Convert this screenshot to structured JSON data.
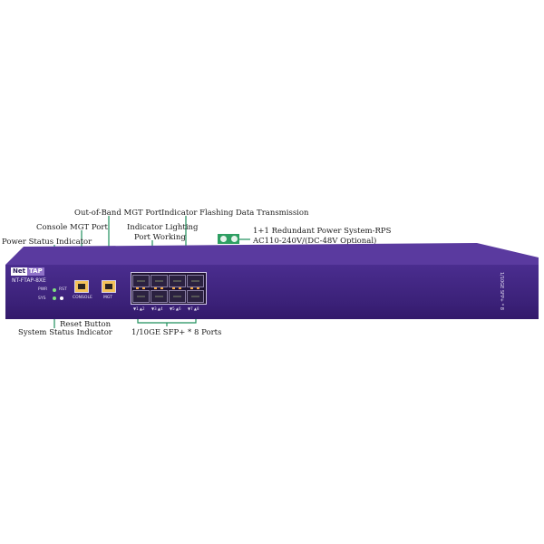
{
  "callouts": {
    "power_status": "Power Status Indicator",
    "console_mgt": "Console MGT Port",
    "oob_mgt": "Out-of-Band MGT Port",
    "indicator_lighting_1": "Indicator Lighting",
    "indicator_lighting_2": "Port Working",
    "indicator_flashing": "Indicator Flashing Data Transmission",
    "rps_1": "1+1 Redundant Power System-RPS",
    "rps_2": "AC110-240V/(DC-48V Optional)",
    "reset_button": "Reset Button",
    "system_status": "System Status Indicator",
    "sfp_ports": "1/10GE SFP+ * 8 Ports"
  },
  "device": {
    "logo_left": "Net",
    "logo_right": "TAP",
    "model": "NT-FTAP-8XE",
    "pwr_label": "PWR",
    "rst_label": "RST",
    "sys_label": "SYS",
    "console_label": "CONSOLE",
    "mgt_label": "MGT",
    "port_labels": [
      "▼1 ▲2",
      "▼3 ▲4",
      "▼5 ▲6",
      "▼7 ▲8"
    ],
    "side_text": "1/10GE SFP+ * 8"
  },
  "colors": {
    "chassis": "#3b2178",
    "chassis_top": "#5a3a9f",
    "callout_line": "#1f8f5c",
    "rps_block": "#2e9e62"
  }
}
